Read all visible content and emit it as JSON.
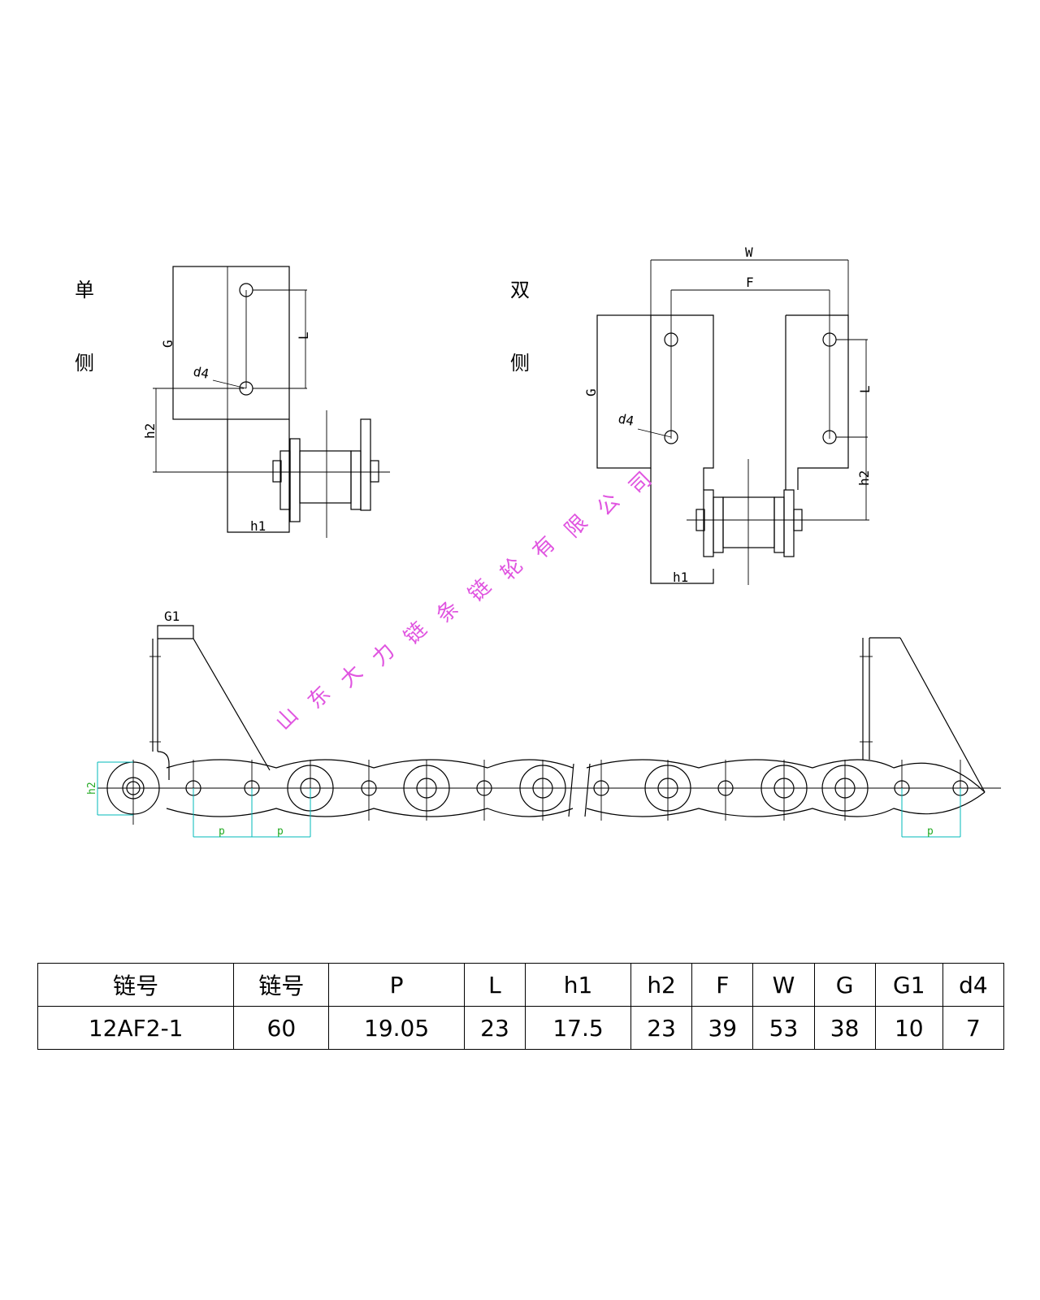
{
  "views": {
    "single": {
      "char1": "单",
      "char2": "侧"
    },
    "double": {
      "char1": "双",
      "char2": "侧"
    }
  },
  "labels": {
    "G": "G",
    "L": "L",
    "d4": "d4",
    "h1": "h1",
    "h2": "h2",
    "W": "W",
    "F": "F",
    "G1": "G1",
    "p": "p"
  },
  "watermark": [
    "山",
    "东",
    "大",
    "力",
    "链",
    "条",
    "链",
    "轮",
    "有",
    "限",
    "公",
    "司"
  ],
  "table": {
    "headers": [
      "链号",
      "链号",
      "P",
      "L",
      "h1",
      "h2",
      "F",
      "W",
      "G",
      "G1",
      "d4"
    ],
    "row": [
      "12AF2-1",
      "60",
      "19.05",
      "23",
      "17.5",
      "23",
      "39",
      "53",
      "38",
      "10",
      "7"
    ]
  }
}
